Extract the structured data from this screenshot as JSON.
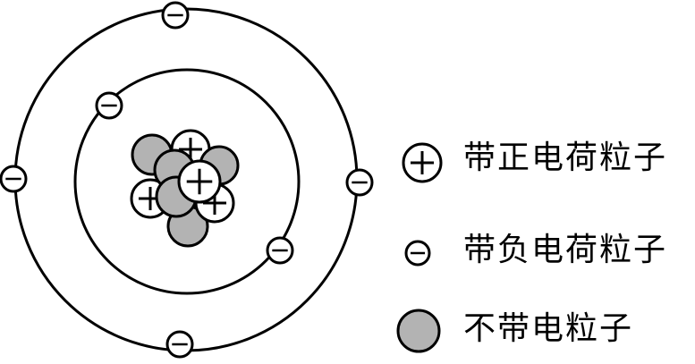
{
  "colors": {
    "neutral_fill": "#b3b3b3",
    "stroke": "#000000",
    "background": "#ffffff"
  },
  "legend": [
    {
      "symbol": "plus-circle",
      "label": "带正电荷粒子"
    },
    {
      "symbol": "minus-circle",
      "label": "带负电荷粒子"
    },
    {
      "symbol": "gray-circle",
      "label": "不带电粒子"
    }
  ],
  "atom": {
    "outer_shell_electrons": 4,
    "inner_shell_electrons": 2,
    "nucleus_positive": 4,
    "nucleus_neutral": 5
  }
}
